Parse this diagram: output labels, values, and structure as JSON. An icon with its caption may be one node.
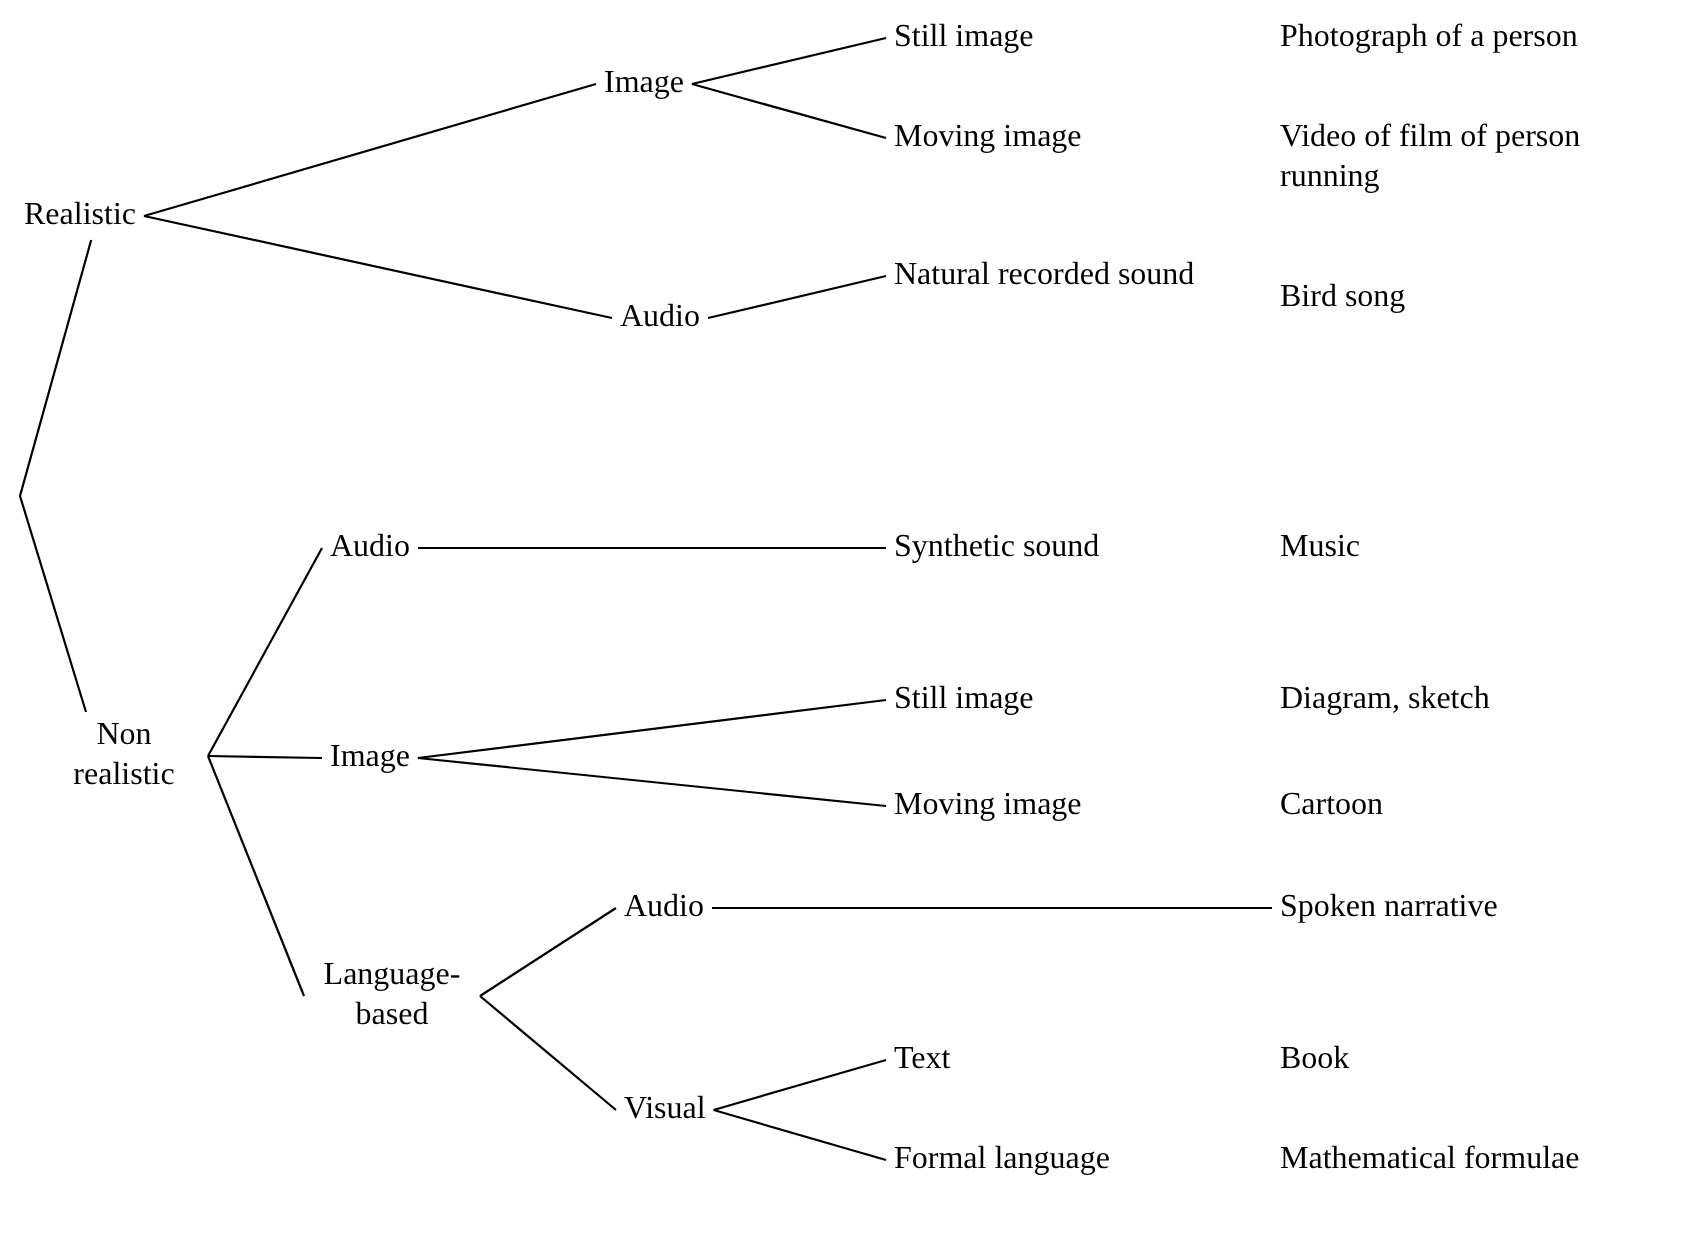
{
  "diagram": {
    "nodes": [
      {
        "text": [
          "Realistic"
        ]
      },
      {
        "text": [
          "Image"
        ]
      },
      {
        "text": [
          "Audio"
        ]
      },
      {
        "text": [
          "Still image"
        ]
      },
      {
        "text": [
          "Moving image"
        ]
      },
      {
        "text": [
          "Natural recorded sound"
        ]
      },
      {
        "text": [
          "Non realistic"
        ]
      },
      {
        "text": [
          "Audio"
        ]
      },
      {
        "text": [
          "Image"
        ]
      },
      {
        "text": [
          "Language-based"
        ]
      },
      {
        "text": [
          "Synthetic sound"
        ]
      },
      {
        "text": [
          "Still image"
        ]
      },
      {
        "text": [
          "Moving image"
        ]
      },
      {
        "text": [
          "Audio"
        ]
      },
      {
        "text": [
          "Visual"
        ]
      },
      {
        "text": [
          "Spoken narrative"
        ]
      },
      {
        "text": [
          "Text"
        ]
      },
      {
        "text": [
          "Formal language"
        ]
      }
    ],
    "edges": [
      {
        "from": 0,
        "to": 6,
        "arrow": "none"
      },
      {
        "from": 0,
        "to": 1,
        "arrow": "none"
      },
      {
        "from": 0,
        "to": 2,
        "arrow": "none"
      },
      {
        "from": 1,
        "to": 3,
        "arrow": "none"
      },
      {
        "from": 1,
        "to": 4,
        "arrow": "none"
      },
      {
        "from": 2,
        "to": 5,
        "arrow": "none"
      },
      {
        "from": 6,
        "to": 7,
        "arrow": "none"
      },
      {
        "from": 6,
        "to": 8,
        "arrow": "none"
      },
      {
        "from": 6,
        "to": 9,
        "arrow": "none"
      },
      {
        "from": 7,
        "to": 10,
        "arrow": "none"
      },
      {
        "from": 8,
        "to": 11,
        "arrow": "none"
      },
      {
        "from": 8,
        "to": 12,
        "arrow": "none"
      },
      {
        "from": 9,
        "to": 13,
        "arrow": "none"
      },
      {
        "from": 9,
        "to": 14,
        "arrow": "none"
      },
      {
        "from": 13,
        "to": 15,
        "arrow": "none"
      },
      {
        "from": 14,
        "to": 16,
        "arrow": "none"
      },
      {
        "from": 14,
        "to": 17,
        "arrow": "none"
      }
    ],
    "labels": [
      "Photograph of a person",
      "Video of film of person running",
      "Bird song",
      "Music",
      "Diagram, sketch",
      "Cartoon",
      "Book",
      "Mathematical formulae"
    ]
  }
}
